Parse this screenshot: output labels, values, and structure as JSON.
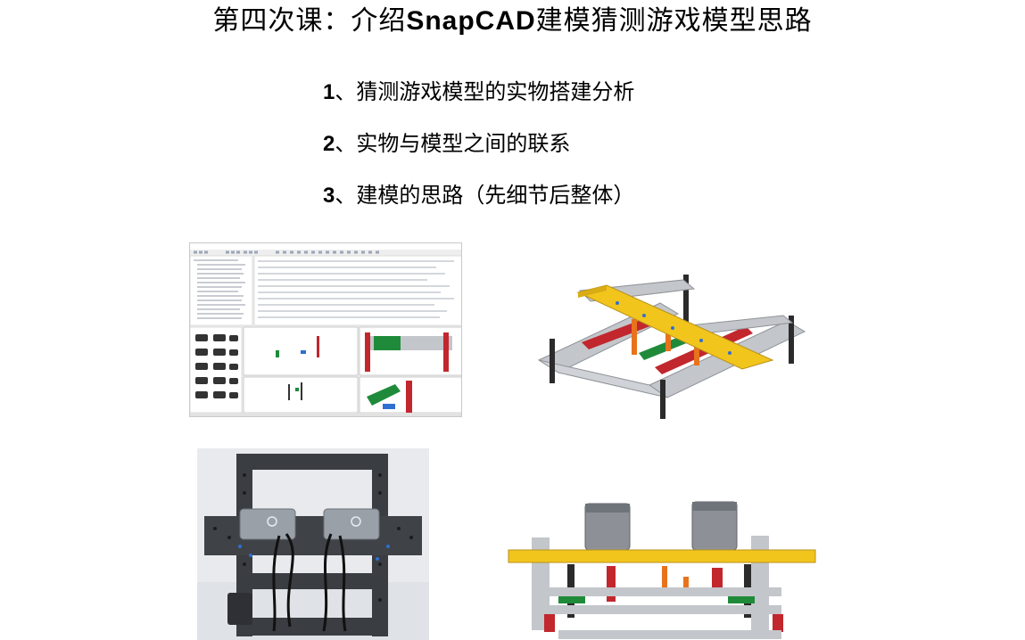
{
  "slide": {
    "title_prefix": "第四次课：介绍",
    "title_latin": "SnapCAD",
    "title_suffix": "建模猜测游戏模型思路",
    "points": [
      {
        "num": "1",
        "sep": "、",
        "text": "猜测游戏模型的实物搭建分析"
      },
      {
        "num": "2",
        "sep": "、",
        "text": "实物与模型之间的联系"
      },
      {
        "num": "3",
        "sep": "、",
        "text": "建模的思路（先细节后整体）"
      }
    ]
  },
  "colors": {
    "yellow": "#f2c51d",
    "gray": "#c3c6ca",
    "dark": "#2b2b2b",
    "red": "#c1272d",
    "green": "#1f8b3a",
    "orange": "#e8731c",
    "blue": "#2f6fd1"
  }
}
